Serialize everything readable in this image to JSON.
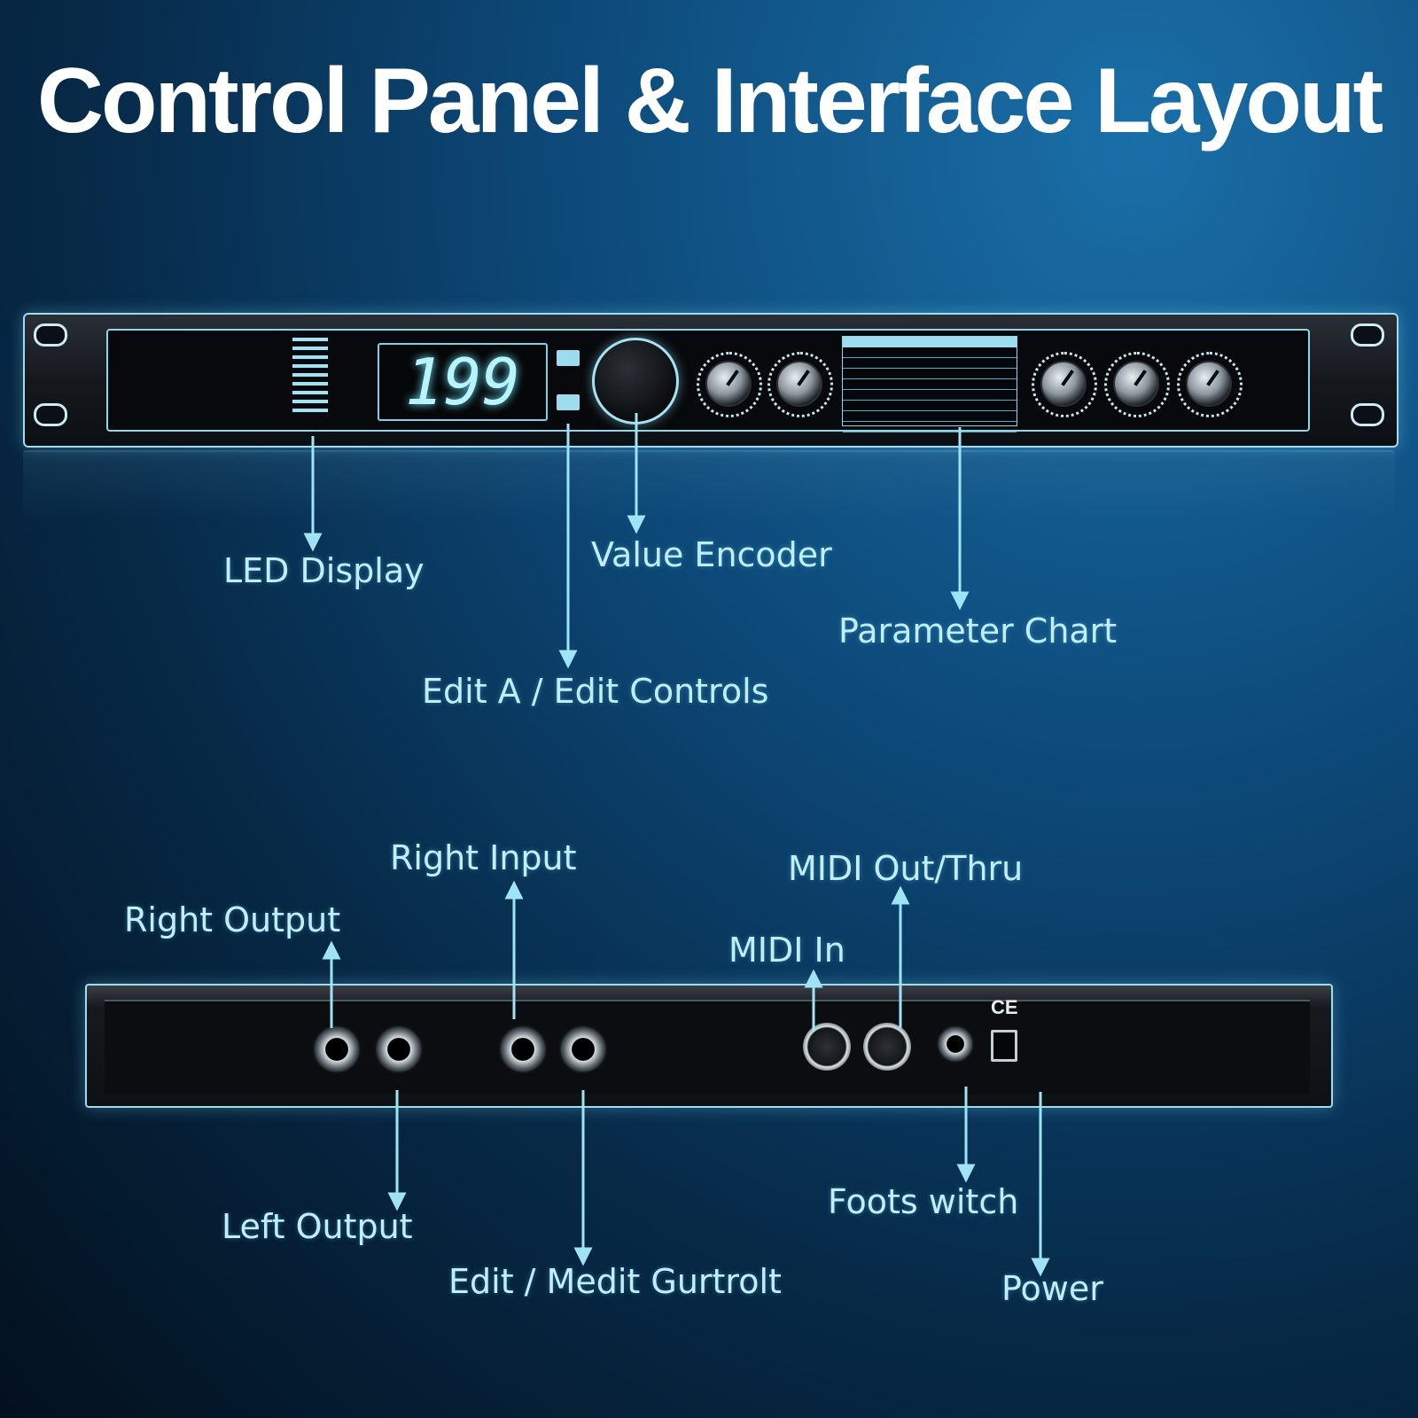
{
  "title": "Control Panel & Interface Layout",
  "front_panel": {
    "led_value": "199",
    "labels": {
      "led_display": "LED Display",
      "value_encoder": "Value Encoder",
      "parameter_chart": "Parameter Chart",
      "edit_controls": "Edit A / Edit Controls"
    }
  },
  "rear_panel": {
    "ce_mark": "CE",
    "labels": {
      "right_output": "Right Output",
      "right_input": "Right Input",
      "midi_out_thru": "MIDI Out/Thru",
      "midi_in": "MIDI In",
      "left_output": "Left Output",
      "edit_medit": "Edit / Medit Gurtrolt",
      "footswitch": "Foots witch",
      "power": "Power"
    }
  },
  "colors": {
    "accent": "#9fe4f5",
    "label_text": "#bfefff",
    "title_text": "#ffffff"
  }
}
